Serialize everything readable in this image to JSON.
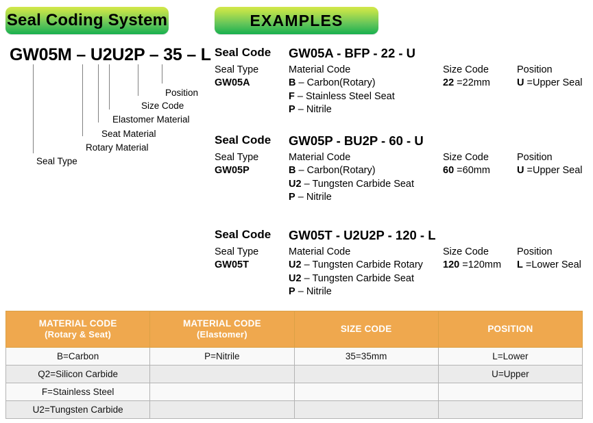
{
  "banners": {
    "title": "Seal Coding System",
    "examples": "EXAMPLES"
  },
  "diagram": {
    "code": "GW05M – U2U2P – 35 – L",
    "callouts": [
      {
        "label": "Seal Type"
      },
      {
        "label": "Rotary Material"
      },
      {
        "label": "Seat Material"
      },
      {
        "label": "Elastomer Material"
      },
      {
        "label": "Size Code"
      },
      {
        "label": "Position"
      }
    ]
  },
  "examples": [
    {
      "seal_code_label": "Seal Code",
      "code": "GW05A - BFP - 22 - U",
      "seal_type_label": "Seal Type",
      "seal_type_value": "GW05A",
      "material_code_label": "Material Code",
      "materials": [
        {
          "code": "B",
          "dash": "–",
          "name": "Carbon(Rotary)"
        },
        {
          "code": "F",
          "dash": "–",
          "name": "Stainless Steel Seat"
        },
        {
          "code": "P",
          "dash": "–",
          "name": "Nitrile"
        }
      ],
      "size_code_label": "Size Code",
      "size_code_value": "22",
      "size_code_text": "=22mm",
      "position_label": "Position",
      "position_value": "U",
      "position_text": "=Upper Seal"
    },
    {
      "seal_code_label": "Seal Code",
      "code": "GW05P - BU2P - 60 - U",
      "seal_type_label": "Seal Type",
      "seal_type_value": "GW05P",
      "material_code_label": "Material Code",
      "materials": [
        {
          "code": "B",
          "dash": "–",
          "name": "Carbon(Rotary)"
        },
        {
          "code": "U2",
          "dash": "–",
          "name": " Tungsten Carbide Seat"
        },
        {
          "code": "P",
          "dash": "–",
          "name": "Nitrile"
        }
      ],
      "size_code_label": "Size Code",
      "size_code_value": "60",
      "size_code_text": "=60mm",
      "position_label": "Position",
      "position_value": "U",
      "position_text": "=Upper Seal"
    },
    {
      "seal_code_label": "Seal Code",
      "code": "GW05T - U2U2P - 120 - L",
      "seal_type_label": "Seal Type",
      "seal_type_value": "GW05T",
      "material_code_label": "Material Code",
      "materials": [
        {
          "code": "U2",
          "dash": "–",
          "name": "Tungsten Carbide Rotary"
        },
        {
          "code": "U2",
          "dash": "–",
          "name": "Tungsten Carbide Seat"
        },
        {
          "code": "P",
          "dash": "–",
          "name": "Nitrile"
        }
      ],
      "size_code_label": "Size Code",
      "size_code_value": "120",
      "size_code_text": "=120mm",
      "position_label": "Position",
      "position_value": "L",
      "position_text": "=Lower Seal"
    }
  ],
  "table": {
    "headers": [
      {
        "main": "MATERIAL CODE",
        "sub": "(Rotary & Seat)"
      },
      {
        "main": "MATERIAL CODE",
        "sub": "(Elastomer)"
      },
      {
        "main": "SIZE CODE",
        "sub": ""
      },
      {
        "main": "POSITION",
        "sub": ""
      }
    ],
    "rows": [
      [
        "B=Carbon",
        "P=Nitrile",
        "35=35mm",
        "L=Lower"
      ],
      [
        "Q2=Silicon Carbide",
        "",
        "",
        "U=Upper"
      ],
      [
        "F=Stainless Steel",
        "",
        "",
        ""
      ],
      [
        "U2=Tungsten Carbide",
        "",
        "",
        ""
      ]
    ]
  },
  "colors": {
    "banner_top": "#d2e84a",
    "banner_bottom": "#18b04e",
    "table_header": "#efa84e",
    "row_odd": "#f9f9f9",
    "row_even": "#ebebeb"
  }
}
